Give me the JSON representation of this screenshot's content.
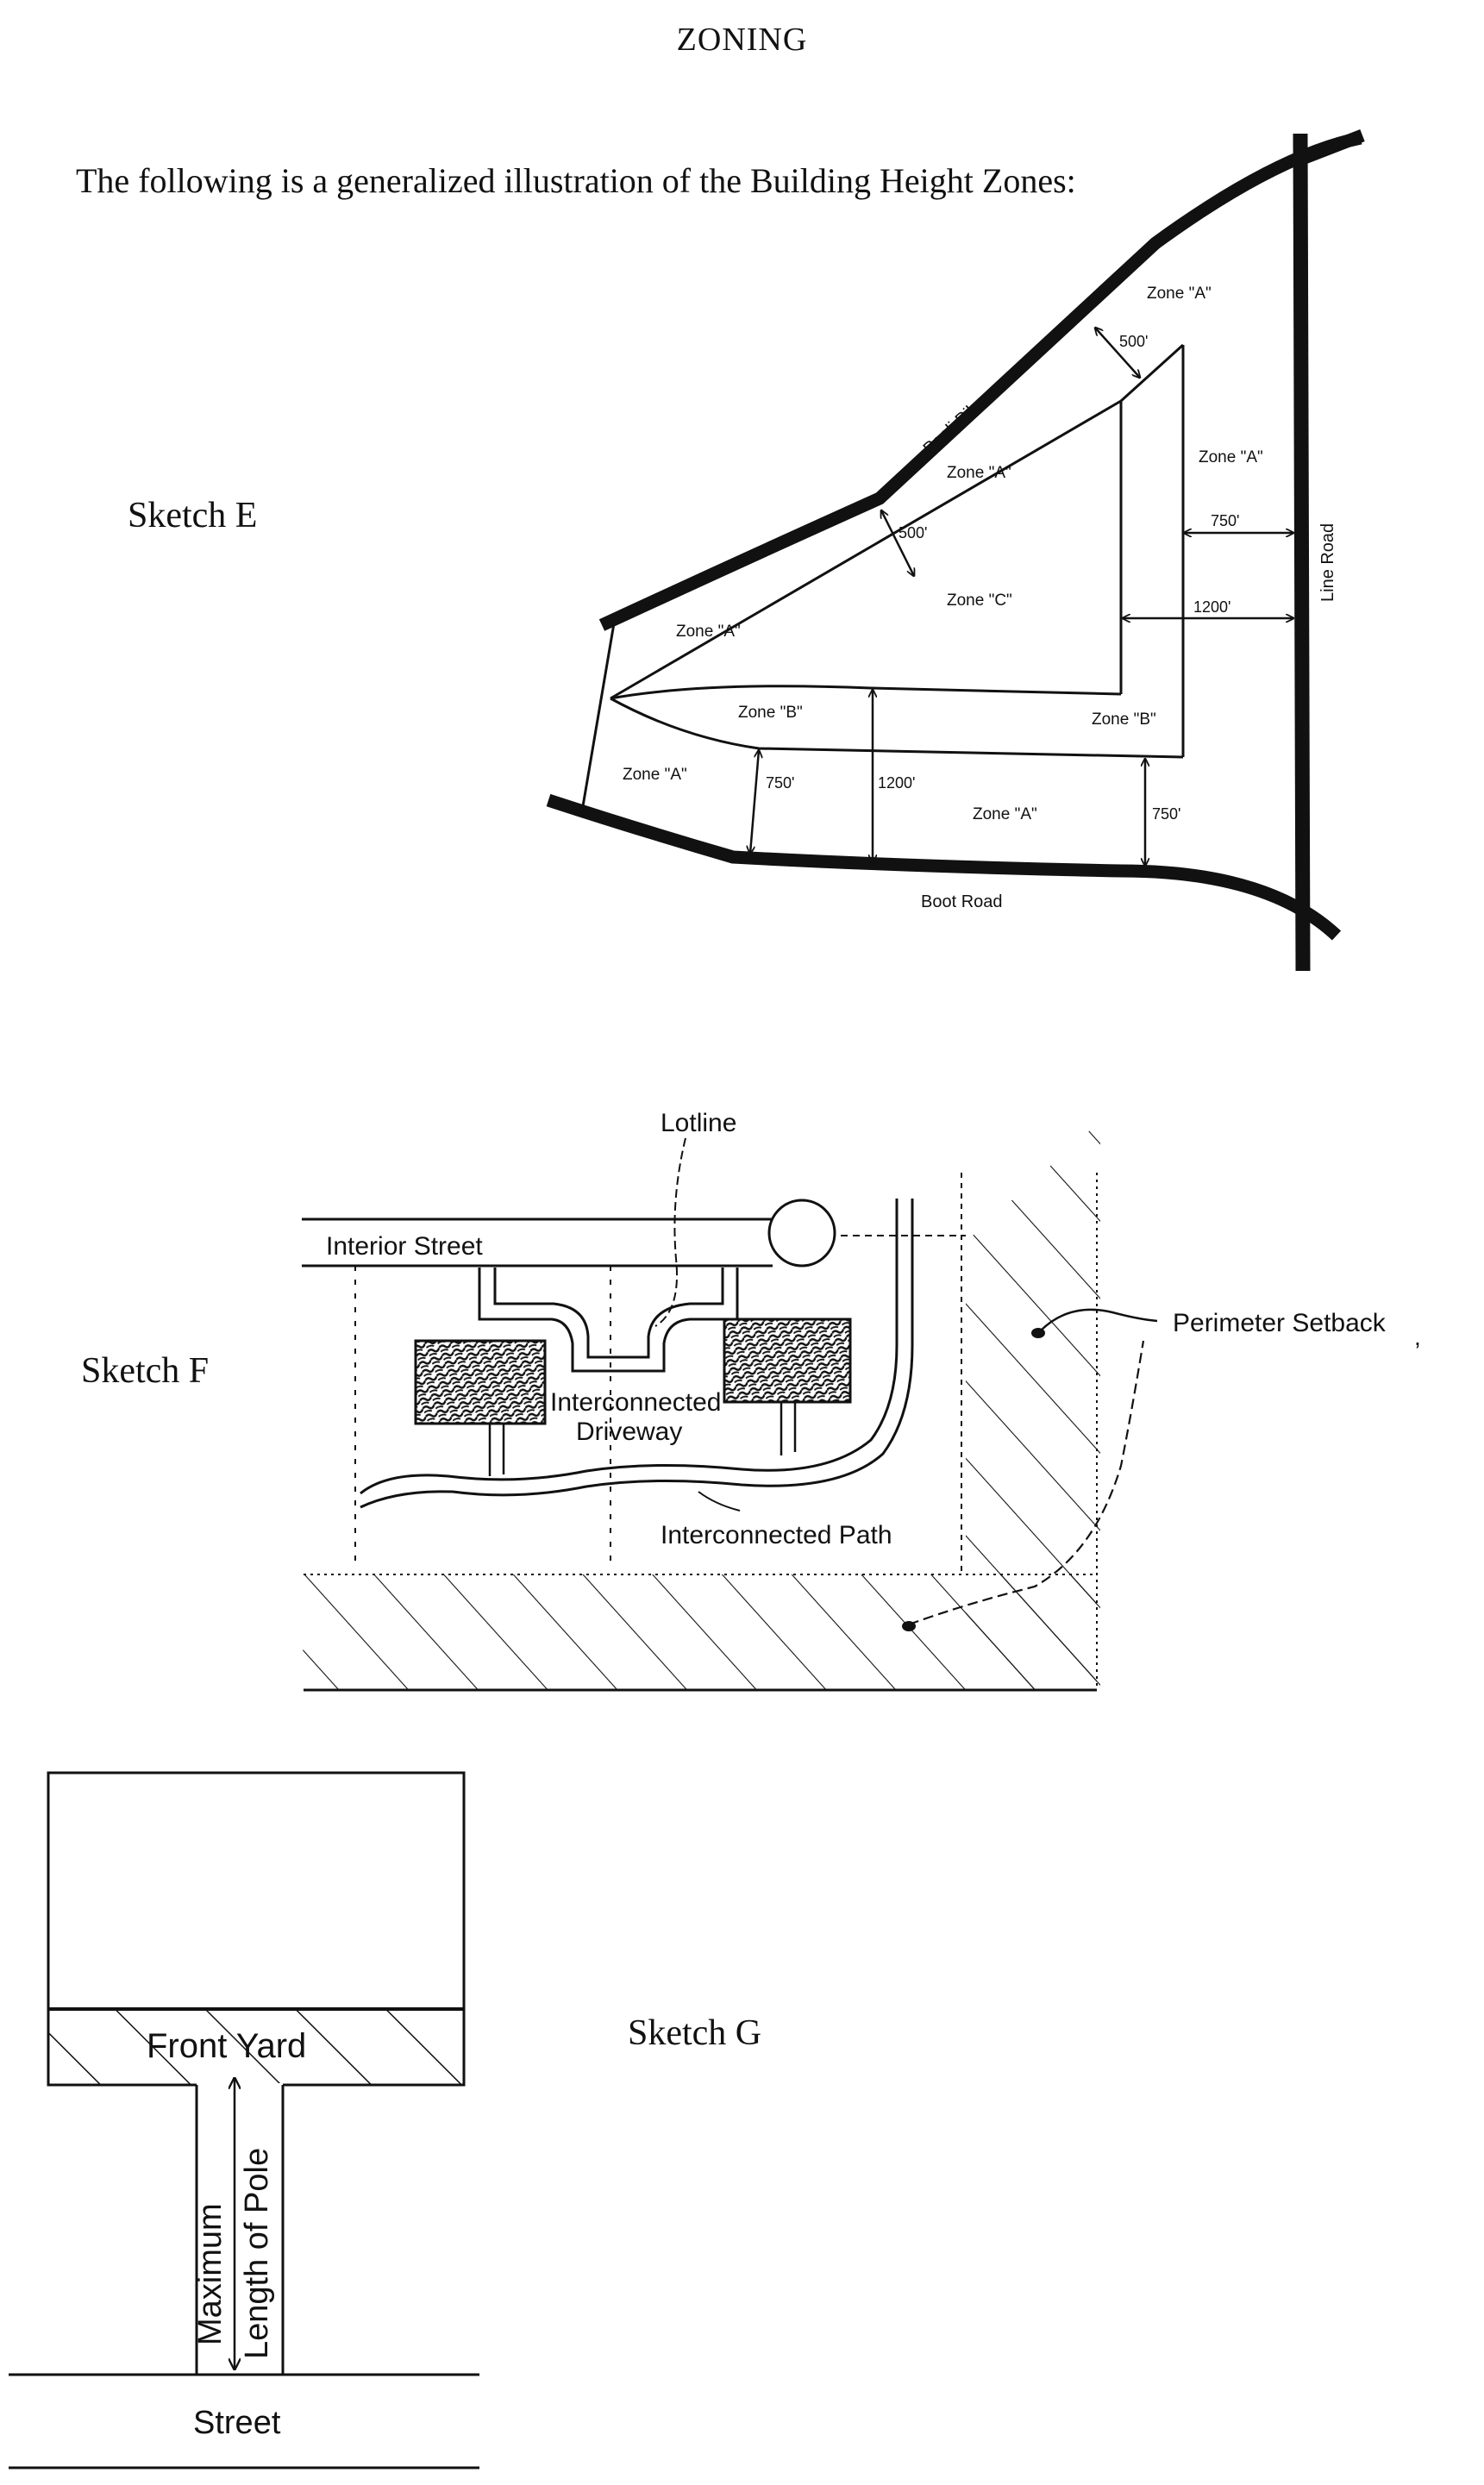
{
  "page": {
    "title": "ZONING",
    "intro": "The following is a generalized illustration of the Building Height Zones:"
  },
  "sketch_e": {
    "label": "Sketch E",
    "roads": {
      "paoli": "Paoli Pike",
      "line": "Line Road",
      "boot": "Boot Road"
    },
    "zones": {
      "a_top": "Zone \"A\"",
      "a_right": "Zone \"A\"",
      "a_mid": "Zone \"A\"",
      "a_left": "Zone \"A\"",
      "a_lower_left": "Zone \"A\"",
      "a_bottom": "Zone \"A\"",
      "b_mid": "Zone \"B\"",
      "b_right": "Zone \"B\"",
      "c": "Zone \"C\""
    },
    "dims": {
      "d500_top": "500'",
      "d500_mid": "500'",
      "d750_right": "750'",
      "d1200_right": "1200'",
      "d750_left": "750'",
      "d1200_bottom": "1200'",
      "d750_bottom_right": "750'"
    }
  },
  "sketch_f": {
    "label": "Sketch F",
    "lotline": "Lotline",
    "interior_street": "Interior Street",
    "perimeter_setback": "Perimeter Setback",
    "driveway_line1": "Interconnected",
    "driveway_line2": "Driveway",
    "path": "Interconnected Path"
  },
  "sketch_g": {
    "label": "Sketch G",
    "front_yard": "Front Yard",
    "pole_line1": "Maximum",
    "pole_line2": "Length of Pole",
    "street": "Street"
  }
}
